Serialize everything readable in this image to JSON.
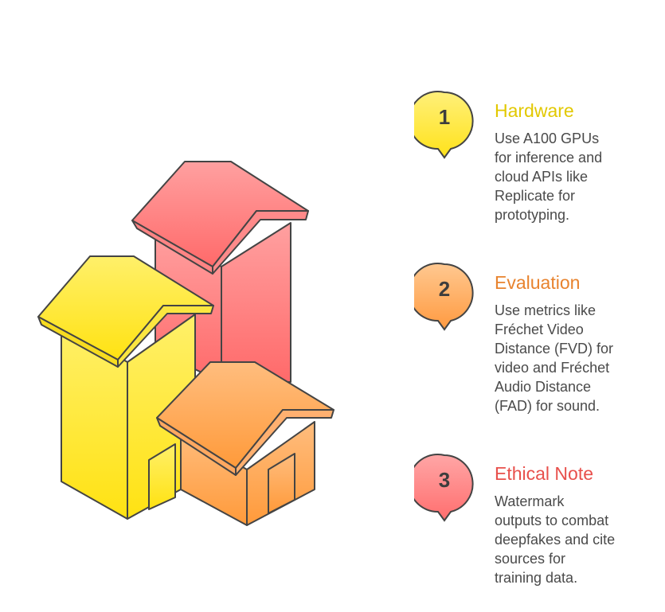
{
  "items": [
    {
      "number": "1",
      "title": "Hardware",
      "color": "#e2c800",
      "lines": [
        "Use A100 GPUs",
        "for inference and",
        "cloud APIs like",
        "Replicate for",
        "prototyping."
      ]
    },
    {
      "number": "2",
      "title": "Evaluation",
      "color": "#e8832e",
      "lines": [
        "Use metrics like",
        "Fréchet Video",
        "Distance (FVD) for",
        "video and Fréchet",
        "Audio Distance",
        "(FAD) for sound."
      ]
    },
    {
      "number": "3",
      "title": "Ethical Note",
      "color": "#e8504c",
      "lines": [
        "Watermark",
        "outputs to combat",
        "deepfakes and cite",
        "sources for",
        "training data."
      ]
    }
  ]
}
